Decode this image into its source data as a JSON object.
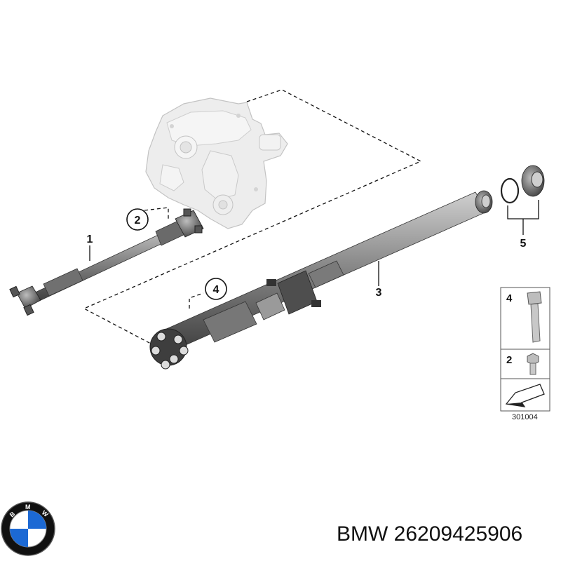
{
  "callouts": {
    "c1": "1",
    "c2": "2",
    "c3": "3",
    "c4": "4",
    "c5": "5"
  },
  "legend": {
    "item_bolt": "4",
    "item_screw": "2"
  },
  "ref_number": "301004",
  "caption": {
    "brand": "BMW",
    "part_number": "26209425906"
  },
  "colors": {
    "shaft": "#8c8c8c",
    "shaft_dark": "#5a5a5a",
    "housing": "#e6e6e6",
    "bmw_blue": "#1c69d4",
    "bmw_black": "#111111"
  }
}
